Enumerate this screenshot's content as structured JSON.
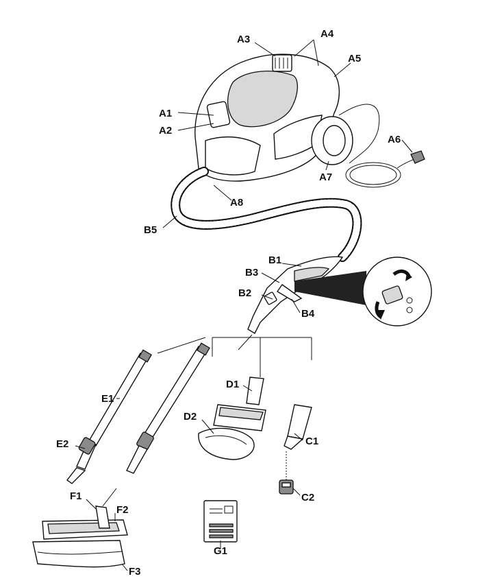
{
  "labels": {
    "a1": "A1",
    "a2": "A2",
    "a3": "A3",
    "a4": "A4",
    "a5": "A5",
    "a6": "A6",
    "a7": "A7",
    "a8": "A8",
    "b1": "B1",
    "b2": "B2",
    "b3": "B3",
    "b4": "B4",
    "b5": "B5",
    "c1": "C1",
    "c2": "C2",
    "d1": "D1",
    "d2": "D2",
    "e1": "E1",
    "e2": "E2",
    "f1": "F1",
    "f2": "F2",
    "f3": "F3",
    "g1": "G1"
  }
}
